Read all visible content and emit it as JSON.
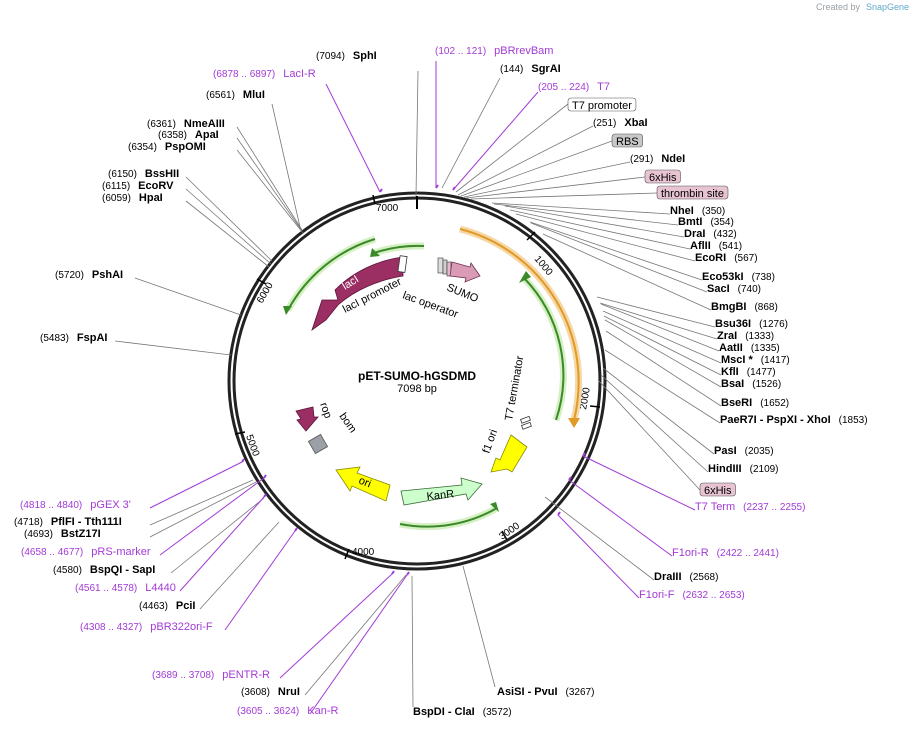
{
  "credit": {
    "prefix": "Created by",
    "brand": "SnapGene"
  },
  "plasmid": {
    "name": "pET-SUMO-hGSDMD",
    "length": "7098 bp"
  },
  "ticks": [
    "1000",
    "2000",
    "3000",
    "4000",
    "5000",
    "6000",
    "7000"
  ],
  "sites": [
    {
      "name": "SphI",
      "pos": "(7094)",
      "kind": "enzyme"
    },
    {
      "name": "pBRrevBam",
      "pos": "(102 .. 121)",
      "kind": "primer"
    },
    {
      "name": "SgrAI",
      "pos": "(144)",
      "kind": "enzyme"
    },
    {
      "name": "LacI-R",
      "pos": "(6878 .. 6897)",
      "kind": "primer"
    },
    {
      "name": "T7",
      "pos": "(205 .. 224)",
      "kind": "primer"
    },
    {
      "name": "T7 promoter",
      "pos": "",
      "kind": "feature-box"
    },
    {
      "name": "MluI",
      "pos": "(6561)",
      "kind": "enzyme"
    },
    {
      "name": "XbaI",
      "pos": "(251)",
      "kind": "enzyme"
    },
    {
      "name": "RBS",
      "pos": "",
      "kind": "feature-box"
    },
    {
      "name": "NmeAIII",
      "pos": "(6361)",
      "kind": "enzyme"
    },
    {
      "name": "ApaI",
      "pos": "(6358)",
      "kind": "enzyme"
    },
    {
      "name": "PspOMI",
      "pos": "(6354)",
      "kind": "enzyme"
    },
    {
      "name": "NdeI",
      "pos": "(291)",
      "kind": "enzyme"
    },
    {
      "name": "6xHis",
      "pos": "",
      "kind": "feature-box"
    },
    {
      "name": "BssHII",
      "pos": "(6150)",
      "kind": "enzyme"
    },
    {
      "name": "EcoRV",
      "pos": "(6115)",
      "kind": "enzyme"
    },
    {
      "name": "thrombin site",
      "pos": "",
      "kind": "feature-box"
    },
    {
      "name": "HpaI",
      "pos": "(6059)",
      "kind": "enzyme"
    },
    {
      "name": "NheI",
      "pos": "(350)",
      "kind": "enzyme"
    },
    {
      "name": "BmtI",
      "pos": "(354)",
      "kind": "enzyme"
    },
    {
      "name": "DraI",
      "pos": "(432)",
      "kind": "enzyme"
    },
    {
      "name": "AflII",
      "pos": "(541)",
      "kind": "enzyme"
    },
    {
      "name": "EcoRI",
      "pos": "(567)",
      "kind": "enzyme"
    },
    {
      "name": "PshAI",
      "pos": "(5720)",
      "kind": "enzyme"
    },
    {
      "name": "Eco53kI",
      "pos": "(738)",
      "kind": "enzyme"
    },
    {
      "name": "SacI",
      "pos": "(740)",
      "kind": "enzyme"
    },
    {
      "name": "BmgBI",
      "pos": "(868)",
      "kind": "enzyme"
    },
    {
      "name": "FspAI",
      "pos": "(5483)",
      "kind": "enzyme"
    },
    {
      "name": "Bsu36I",
      "pos": "(1276)",
      "kind": "enzyme"
    },
    {
      "name": "ZraI",
      "pos": "(1333)",
      "kind": "enzyme"
    },
    {
      "name": "AatII",
      "pos": "(1335)",
      "kind": "enzyme"
    },
    {
      "name": "MscI *",
      "pos": "(1417)",
      "kind": "enzyme"
    },
    {
      "name": "KflI",
      "pos": "(1477)",
      "kind": "enzyme"
    },
    {
      "name": "BsaI",
      "pos": "(1526)",
      "kind": "enzyme"
    },
    {
      "name": "BseRI",
      "pos": "(1652)",
      "kind": "enzyme"
    },
    {
      "name": "PaeR7I - PspXI - XhoI",
      "pos": "(1853)",
      "kind": "enzyme"
    },
    {
      "name": "PasI",
      "pos": "(2035)",
      "kind": "enzyme"
    },
    {
      "name": "HindIII",
      "pos": "(2109)",
      "kind": "enzyme"
    },
    {
      "name": "6xHis",
      "pos": "",
      "kind": "feature-box"
    },
    {
      "name": "T7 Term",
      "pos": "(2237 .. 2255)",
      "kind": "primer"
    },
    {
      "name": "pGEX 3'",
      "pos": "(4818 .. 4840)",
      "kind": "primer"
    },
    {
      "name": "PflFI - Tth111I",
      "pos": "(4718)",
      "kind": "enzyme"
    },
    {
      "name": "BstZ17I",
      "pos": "(4693)",
      "kind": "enzyme"
    },
    {
      "name": "pRS-marker",
      "pos": "(4658 .. 4677)",
      "kind": "primer"
    },
    {
      "name": "F1ori-R",
      "pos": "(2422 .. 2441)",
      "kind": "primer"
    },
    {
      "name": "BspQI - SapI",
      "pos": "(4580)",
      "kind": "enzyme"
    },
    {
      "name": "DraIII",
      "pos": "(2568)",
      "kind": "enzyme"
    },
    {
      "name": "L4440",
      "pos": "(4561 .. 4578)",
      "kind": "primer"
    },
    {
      "name": "F1ori-F",
      "pos": "(2632 .. 2653)",
      "kind": "primer"
    },
    {
      "name": "PciI",
      "pos": "(4463)",
      "kind": "enzyme"
    },
    {
      "name": "pBR322ori-F",
      "pos": "(4308 .. 4327)",
      "kind": "primer"
    },
    {
      "name": "pENTR-R",
      "pos": "(3689 .. 3708)",
      "kind": "primer"
    },
    {
      "name": "AsiSI - PvuI",
      "pos": "(3267)",
      "kind": "enzyme"
    },
    {
      "name": "NruI",
      "pos": "(3608)",
      "kind": "enzyme"
    },
    {
      "name": "Kan-R",
      "pos": "(3605 .. 3624)",
      "kind": "primer"
    },
    {
      "name": "BspDI - ClaI",
      "pos": "(3572)",
      "kind": "enzyme"
    }
  ],
  "features": [
    {
      "name": "lacI",
      "color": "#9b2f63"
    },
    {
      "name": "lacI promoter",
      "color": "#ffffff"
    },
    {
      "name": "lac operator",
      "color": "#ffffff"
    },
    {
      "name": "SUMO",
      "color": "#d99bb5"
    },
    {
      "name": "T7 terminator",
      "color": "#ffffff"
    },
    {
      "name": "f1 ori",
      "color": "#ffff00"
    },
    {
      "name": "KanR",
      "color": "#ccffcc"
    },
    {
      "name": "ori",
      "color": "#ffff00"
    },
    {
      "name": "rop",
      "color": "#9b2f63"
    },
    {
      "name": "bom",
      "color": "#9aa0a6"
    }
  ],
  "colors": {
    "enzyme": "#000000",
    "primer": "#a23ad6",
    "feature_box": "#e8c4d3",
    "orf_orange": "#f0a830",
    "orf_green": "#3a8a2a"
  }
}
